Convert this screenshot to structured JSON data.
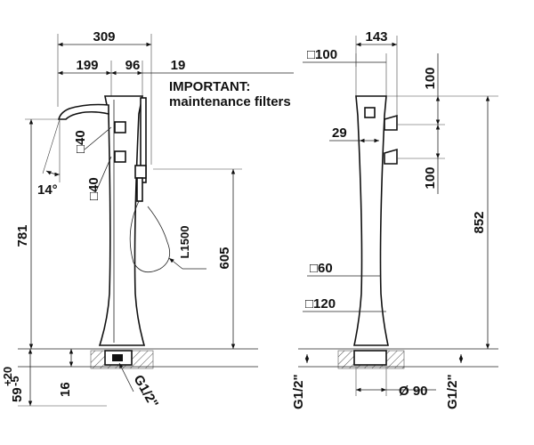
{
  "note": {
    "line1": "IMPORTANT:",
    "line2": "maintenance filters"
  },
  "front_view": {
    "dim_total_width": "309",
    "dim_spout": "199",
    "dim_body": "96",
    "dim_handshower": "19",
    "dim_square_top": "□40",
    "dim_square_bottom": "□40",
    "dim_angle": "14°",
    "dim_height_781": "781",
    "dim_height_605": "605",
    "dim_hose": "L1500",
    "dim_recess": "59",
    "dim_recess_tol_plus": "+20",
    "dim_recess_tol_minus": "-5",
    "dim_base_16": "16",
    "dim_thread": "G1/2\""
  },
  "side_view": {
    "dim_width_143": "143",
    "dim_square_100": "□100",
    "dim_top_100": "100",
    "dim_bottom_100": "100",
    "dim_29": "29",
    "dim_height_852": "852",
    "dim_square_60": "□60",
    "dim_square_120": "□120",
    "dim_diameter_90": "Ø 90",
    "dim_thread_left": "G1/2\"",
    "dim_thread_right": "G1/2\""
  }
}
